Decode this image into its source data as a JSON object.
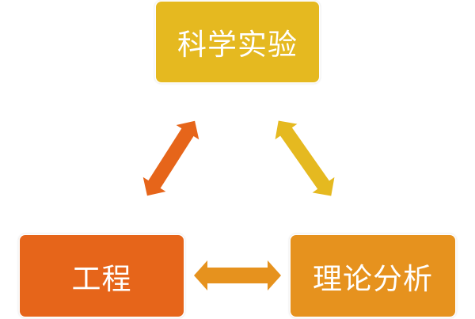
{
  "nodes": {
    "top": {
      "label": "科学实验",
      "color": "#E5B920"
    },
    "left": {
      "label": "工程",
      "color": "#E6651A"
    },
    "right": {
      "label": "理论分析",
      "color": "#E6921E"
    }
  },
  "arrows": {
    "left_top": {
      "color": "#E6651A"
    },
    "top_right": {
      "color": "#E5B920"
    },
    "left_right": {
      "color": "#E6921E"
    }
  }
}
